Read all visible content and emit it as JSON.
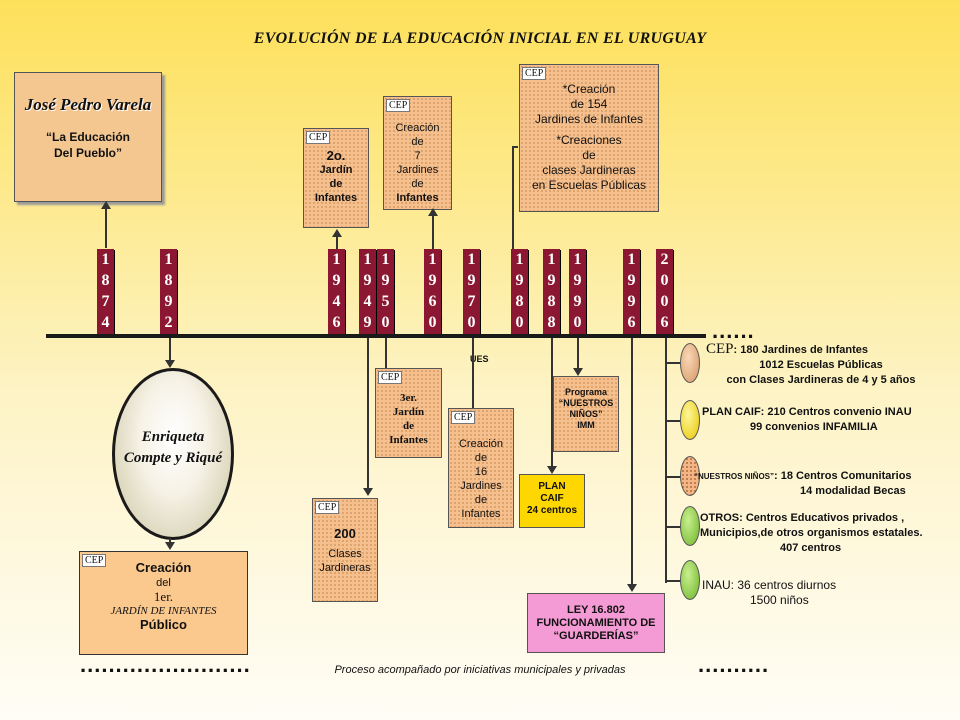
{
  "title": "EVOLUCIÓN DE LA EDUCACIÓN  INICIAL EN EL URUGUAY",
  "colors": {
    "year_bar": "#8b1732",
    "box_peach": "#f6c08e",
    "box_yellow": "#ffd700",
    "box_pink": "#f49ad4"
  },
  "varela": {
    "name": "José Pedro Varela",
    "quote_1": "“La Educación",
    "quote_2": "Del Pueblo”"
  },
  "years": [
    {
      "id": "1874",
      "d": [
        "1",
        "8",
        "7",
        "4"
      ]
    },
    {
      "id": "1892",
      "d": [
        "1",
        "8",
        "9",
        "2"
      ]
    },
    {
      "id": "1946",
      "d": [
        "1",
        "9",
        "4",
        "6"
      ]
    },
    {
      "id": "1949",
      "d": [
        "1",
        "9",
        "4",
        "9"
      ]
    },
    {
      "id": "1950",
      "d": [
        "1",
        "9",
        "5",
        "0"
      ]
    },
    {
      "id": "1960",
      "d": [
        "1",
        "9",
        "6",
        "0"
      ]
    },
    {
      "id": "1970",
      "d": [
        "1",
        "9",
        "7",
        "0"
      ]
    },
    {
      "id": "1980",
      "d": [
        "1",
        "9",
        "8",
        "0"
      ]
    },
    {
      "id": "1988",
      "d": [
        "1",
        "9",
        "8",
        "8"
      ]
    },
    {
      "id": "1990",
      "d": [
        "1",
        "9",
        "9",
        "0"
      ]
    },
    {
      "id": "1996",
      "d": [
        "1",
        "9",
        "9",
        "6"
      ]
    },
    {
      "id": "2006",
      "d": [
        "2",
        "0",
        "0",
        "6"
      ]
    }
  ],
  "cep": "CEP",
  "box_1946": {
    "l1": "2o.",
    "l2": "Jardín",
    "l3": "de",
    "l4": "Infantes"
  },
  "box_1960": {
    "l1": "Creación",
    "l2": "de",
    "l3": "7",
    "l4": "Jardines",
    "l5": "de",
    "l6": "Infantes"
  },
  "box_1980": {
    "l1": "*Creación",
    "l2": "de 154",
    "l3": "Jardines de Infantes",
    "l4": "*Creaciones",
    "l5": "de",
    "l6": "clases Jardineras",
    "l7": "en Escuelas Públicas"
  },
  "box_1950": {
    "l1": "3er.",
    "l2": "Jardín",
    "l3": "de",
    "l4": "Infantes"
  },
  "box_1949": {
    "l1": "200",
    "l2": "Clases",
    "l3": "Jardineras"
  },
  "ues": "UES",
  "box_1970": {
    "l1": "Creación",
    "l2": "de",
    "l3": "16",
    "l4": "Jardines",
    "l5": "de",
    "l6": "Infantes"
  },
  "box_1990": {
    "l1": "Programa",
    "l2": "“NUESTROS",
    "l3": "NIÑOS”",
    "l4": "IMM"
  },
  "box_1988": {
    "l1": "PLAN",
    "l2": "CAIF",
    "l3": "24 centros"
  },
  "box_1996": {
    "l1": "LEY 16.802",
    "l2": "FUNCIONAMIENTO DE",
    "l3": "“GUARDERÍAS”"
  },
  "enriqueta": {
    "l1": "Enriqueta",
    "l2": "Compte y Riqué"
  },
  "box_1892": {
    "l1": "Creación",
    "l2": "del",
    "l3": "1er.",
    "l4": "JARDÍN DE INFANTES",
    "l5": "Público"
  },
  "right": {
    "cep_label": "CEP",
    "r1a": ": 180 Jardines de Infantes",
    "r1b": "1012 Escuelas Públicas",
    "r1c": "con Clases Jardineras de 4 y 5 años",
    "r2a": "PLAN    CAIF:  210   Centros convenio INAU",
    "r2b": "99 convenios INFAMILIA",
    "r3a_small": "“NUESTROS NIÑOS”",
    "r3a": ": 18 Centros Comunitarios",
    "r3b": "14   modalidad Becas",
    "r4a": "OTROS: Centros Educativos  privados ,",
    "r4b": "Municipios,de   otros organismos estatales.",
    "r4c": "407 centros",
    "r5a": "INAU:  36 centros diurnos",
    "r5b": "1500 niños"
  },
  "dots_left": "........................",
  "dots_right": "..........",
  "dots_timeline": "......",
  "footer": "Proceso acompañado por iniciativas municipales y privadas"
}
